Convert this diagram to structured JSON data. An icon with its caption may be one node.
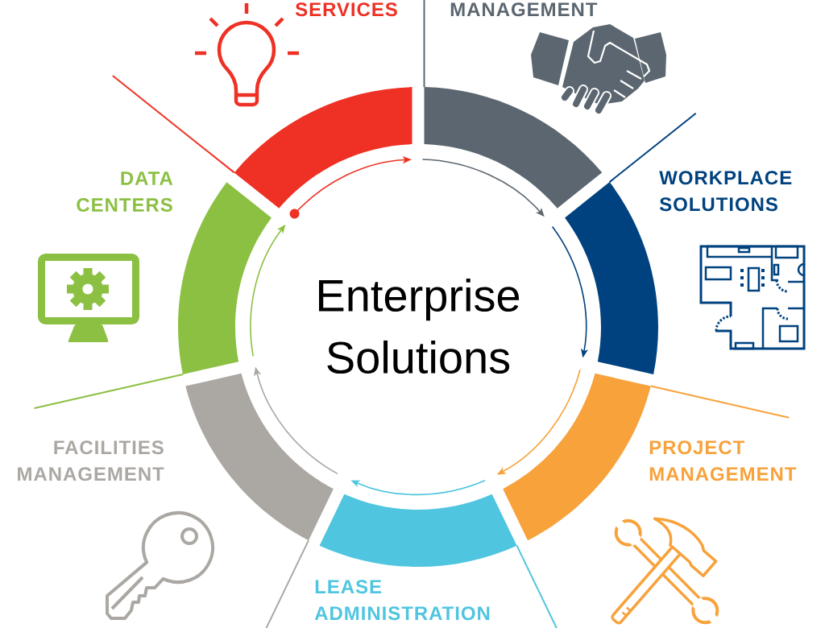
{
  "diagram": {
    "nodes": [
      {
        "text": [
          "SERVICES"
        ]
      },
      {
        "text": [
          "MANAGEMENT"
        ]
      },
      {
        "text": [
          "WORKPLACE SOLUTIONS"
        ]
      },
      {
        "text": [
          "PROJECT MANAGEMENT"
        ]
      },
      {
        "text": [
          "LEASE ADMINISTRATION"
        ]
      },
      {
        "text": [
          "FACILITIES MANAGEMENT"
        ]
      },
      {
        "text": [
          "DATA CENTERS"
        ]
      }
    ],
    "labels": [
      "Enterprise Solutions"
    ]
  }
}
